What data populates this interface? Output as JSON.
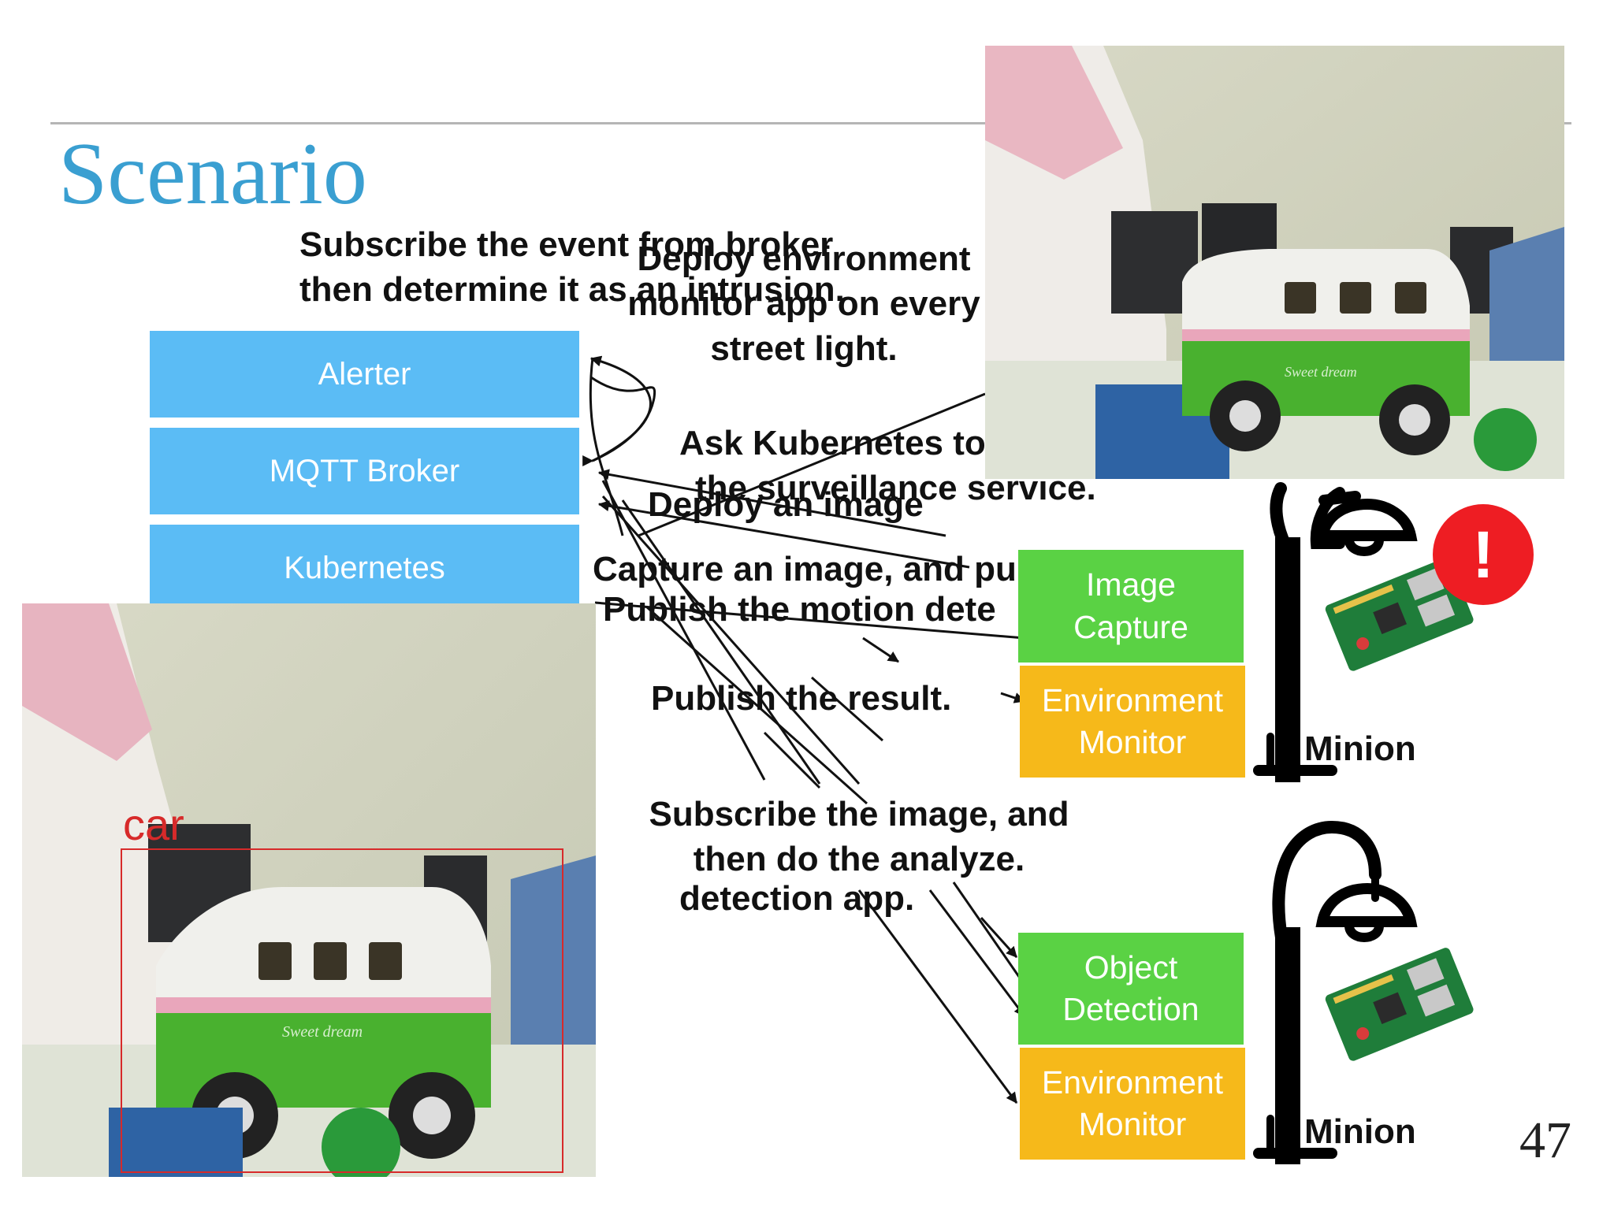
{
  "slide": {
    "title": "Scenario",
    "page_number": "47"
  },
  "notes": {
    "subscribe_event": [
      "Subscribe the event from broker",
      "then determine it as an intrusion."
    ],
    "deploy_env": [
      "Deploy environment",
      "monitor app on every",
      "street light."
    ],
    "ask_k8s": [
      "Ask Kubernetes to",
      "the surveillance service."
    ],
    "deploy_image": "Deploy an image",
    "capture_publish": "Capture an image, and publish it",
    "publish_motion": "Publish the motion dete",
    "publish_result": "Publish the result.",
    "subscribe_image": [
      "Subscribe the image, and",
      "then do the analyze."
    ],
    "detection_app": "detection app."
  },
  "stack": {
    "alerter": "Alerter",
    "broker": "MQTT Broker",
    "kubernetes": "Kubernetes"
  },
  "minion_top": {
    "green": [
      "Image",
      "Capture"
    ],
    "yellow": [
      "Environment",
      "Monitor"
    ],
    "label": "Minion"
  },
  "minion_bottom": {
    "green": [
      "Object",
      "Detection"
    ],
    "yellow": [
      "Environment",
      "Monitor"
    ],
    "label": "Minion"
  },
  "photo_bottom": {
    "detection_label": "car",
    "van_text": "Sweet dream"
  },
  "photo_top": {
    "van_text": "Sweet dream"
  },
  "alert": {
    "symbol": "!",
    "color": "#ee1d23"
  }
}
